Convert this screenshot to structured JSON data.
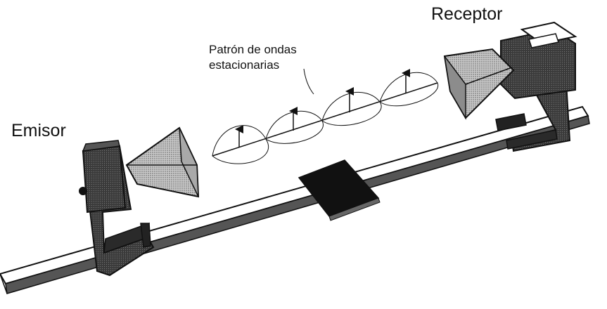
{
  "labels": {
    "emitter": "Emisor",
    "receiver": "Receptor",
    "pattern_line1": "Patrón de ondas",
    "pattern_line2": "estacionarias"
  },
  "colors": {
    "ink": "#111111",
    "dark_gray": "#3a3a3a",
    "mid_gray": "#8c8c8c",
    "light_gray": "#bdbdbd",
    "paper": "#ffffff"
  },
  "icons": {
    "emitter": "horn-antenna-transmitter",
    "receiver": "horn-antenna-receiver",
    "reflector": "reflector-plate",
    "rail": "optical-bench-rail"
  }
}
